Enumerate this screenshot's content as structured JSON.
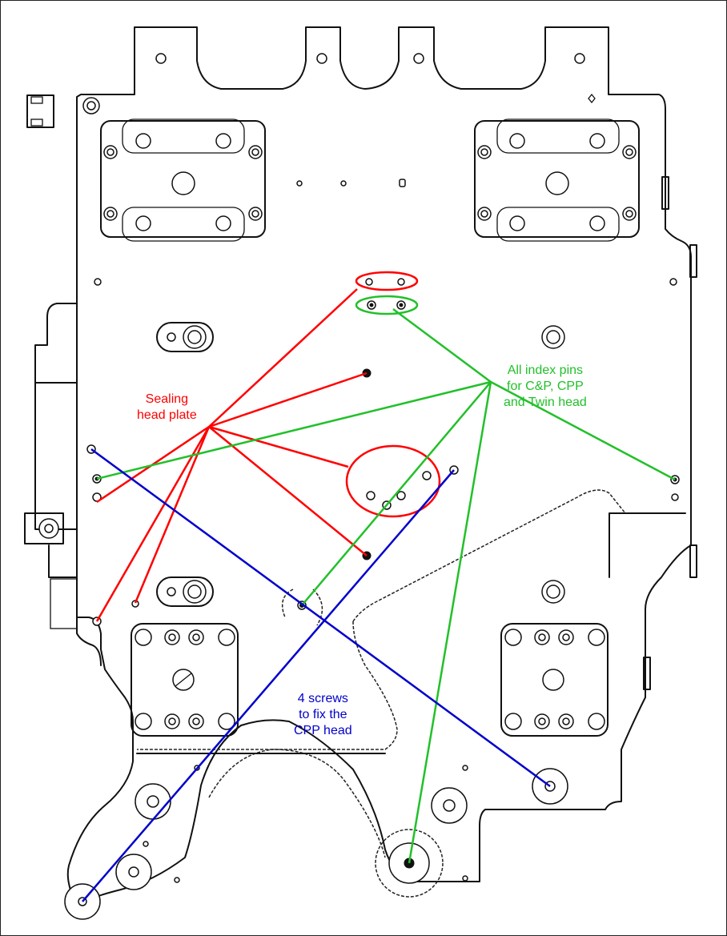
{
  "diagram": {
    "subject": "Mechanical plate drawing with annotated fixing points",
    "colors": {
      "sealing": "#ff0000",
      "index_pins": "#22c02a",
      "screws": "#0000cc",
      "outline": "#111111"
    },
    "annotations": [
      {
        "id": "sealing",
        "lines": [
          "Sealing",
          "head plate"
        ],
        "color_key": "sealing",
        "targets": [
          "top-hole-pair",
          "center-left-pin",
          "left-edge-hole",
          "center-hole-group",
          "lower-center-pin",
          "bottom-left-hole-1",
          "bottom-left-hole-2"
        ]
      },
      {
        "id": "index_pins",
        "lines": [
          "All index pins",
          "for C&P, CPP",
          "and Twin head"
        ],
        "color_key": "index_pins",
        "targets": [
          "top-pin-pair",
          "left-edge-pin",
          "lower-left-pin",
          "right-edge-pin",
          "bottom-center-pin"
        ]
      },
      {
        "id": "screws",
        "lines": [
          "4 screws",
          "to fix the",
          "CPP head"
        ],
        "color_key": "screws",
        "targets": [
          "left-upper-screw",
          "center-right-screw",
          "bottom-left-screw",
          "right-lower-screw"
        ]
      }
    ]
  }
}
